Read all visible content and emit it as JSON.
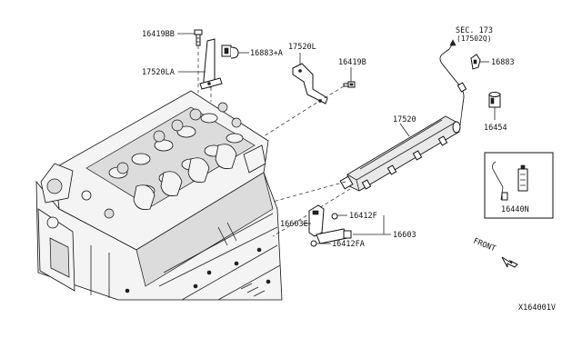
{
  "diagram_id": "X164001V",
  "parts": {
    "bolt_top": "16419BB",
    "bracket_clip_a": "16883+A",
    "bracket_la": "17520LA",
    "bracket_l": "17520L",
    "bolt_b": "16419B",
    "sec_ref": "SEC. 173",
    "sec_ref_sub": "(17502Q)",
    "clip": "16883",
    "damper": "16454",
    "fuel_rail": "17520",
    "kit": "16440N",
    "injector_seal_top": "16412F",
    "injector_seal_bottom": "16412FA",
    "injector": "16603",
    "injector_e": "16603E"
  },
  "front_label": "FRONT"
}
